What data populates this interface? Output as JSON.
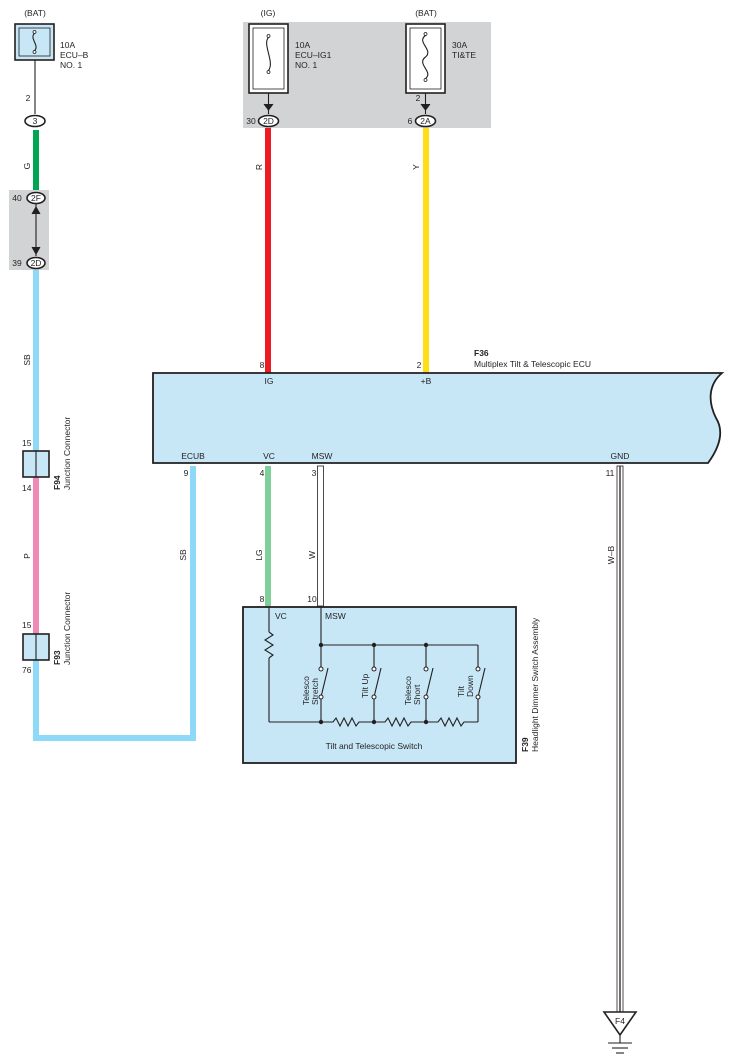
{
  "fuses": {
    "ecub": {
      "source": "(BAT)",
      "rating": "10A",
      "name": "ECU–B",
      "line3": "NO. 1",
      "pin": "2",
      "connector": "3"
    },
    "ecuig": {
      "source": "(IG)",
      "rating": "10A",
      "name": "ECU–IG1",
      "line3": "NO. 1",
      "pin": "30",
      "connector": "2D"
    },
    "tite": {
      "source": "(BAT)",
      "rating": "30A",
      "name": "TI&TE",
      "pin": "2",
      "pin_left": "6",
      "connector": "2A"
    }
  },
  "jb_left": {
    "top_pin": "40",
    "top_conn": "2F",
    "bot_pin": "39",
    "bot_conn": "2D"
  },
  "wires": {
    "g": {
      "label": "G",
      "color": "#00a651"
    },
    "sb": {
      "label": "SB",
      "color": "#8ed8f8"
    },
    "p": {
      "label": "P",
      "color": "#f189b8"
    },
    "r": {
      "label": "R",
      "color": "#ed1c24"
    },
    "y": {
      "label": "Y",
      "color": "#ffde17"
    },
    "sb2": {
      "label": "SB",
      "color": "#8ed8f8"
    },
    "lg": {
      "label": "LG",
      "color": "#7fcf9a"
    },
    "w": {
      "label": "W"
    },
    "wb": {
      "label": "W–B"
    }
  },
  "junction_f94": {
    "id": "F94",
    "name": "Junction Connector",
    "pin_top": "15",
    "pin_bot": "14"
  },
  "junction_f93": {
    "id": "F93",
    "name": "Junction Connector",
    "pin_top": "15",
    "pin_bot": "76"
  },
  "ecu": {
    "id": "F36",
    "name": "Multiplex Tilt & Telescopic ECU",
    "pins_top": [
      {
        "num": "8",
        "label": "IG"
      },
      {
        "num": "2",
        "label": "+B"
      }
    ],
    "pins_bottom": [
      {
        "num": "9",
        "label": "ECUB"
      },
      {
        "num": "4",
        "label": "VC"
      },
      {
        "num": "3",
        "label": "MSW"
      },
      {
        "num": "11",
        "label": "GND"
      }
    ]
  },
  "switch": {
    "id": "F39",
    "name": "Headlight Dimmer Switch Assembly",
    "title": "Tilt and Telescopic Switch",
    "pins": [
      {
        "num": "8",
        "label": "VC"
      },
      {
        "num": "10",
        "label": "MSW"
      }
    ],
    "switches": [
      {
        "line1": "Telesco",
        "line2": "Stretch"
      },
      {
        "line1": "Tilt Up",
        "line2": ""
      },
      {
        "line1": "Telesco",
        "line2": "Short"
      },
      {
        "line1": "Tilt",
        "line2": "Down"
      }
    ]
  },
  "ground": {
    "label": "F4"
  }
}
